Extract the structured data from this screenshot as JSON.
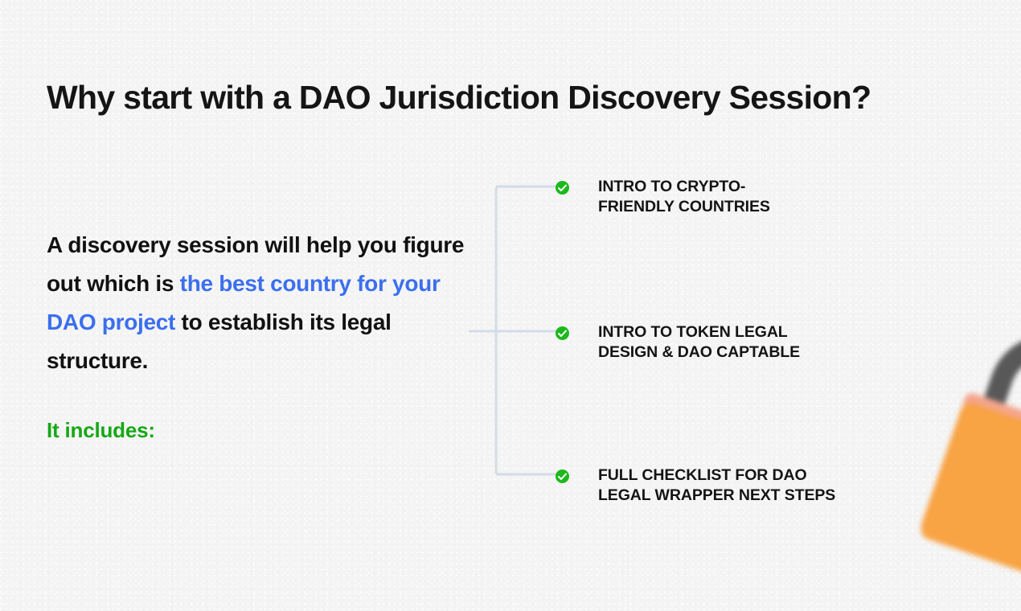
{
  "slide": {
    "title": "Why start with a DAO Jurisdiction Discovery Session?",
    "lead": {
      "part1": "A discovery session will help you figure out which is ",
      "highlight": "the best country for your DAO project",
      "part2": " to establish its legal structure.",
      "highlight_color": "#3b6fee"
    },
    "includes_label": "It includes:",
    "includes_color": "#16a816",
    "background_color": "#f4f4f4",
    "title_color": "#151515",
    "connector_color": "#d3dce8",
    "checklist": [
      {
        "label": "INTRO TO CRYPTO-\nFRIENDLY COUNTRIES",
        "icon": "check-circle-icon",
        "icon_color": "#1cb91c"
      },
      {
        "label": "INTRO TO TOKEN LEGAL\nDESIGN & DAO CAPTABLE",
        "icon": "check-circle-icon",
        "icon_color": "#1cb91c"
      },
      {
        "label": "FULL CHECKLIST FOR DAO\nLEGAL WRAPPER NEXT STEPS",
        "icon": "check-circle-icon",
        "icon_color": "#1cb91c"
      }
    ],
    "decoration": {
      "name": "padlock-illustration",
      "body_color": "#f8a344",
      "body_highlight_color": "#f4a58c",
      "shackle_color": "#585858"
    }
  }
}
